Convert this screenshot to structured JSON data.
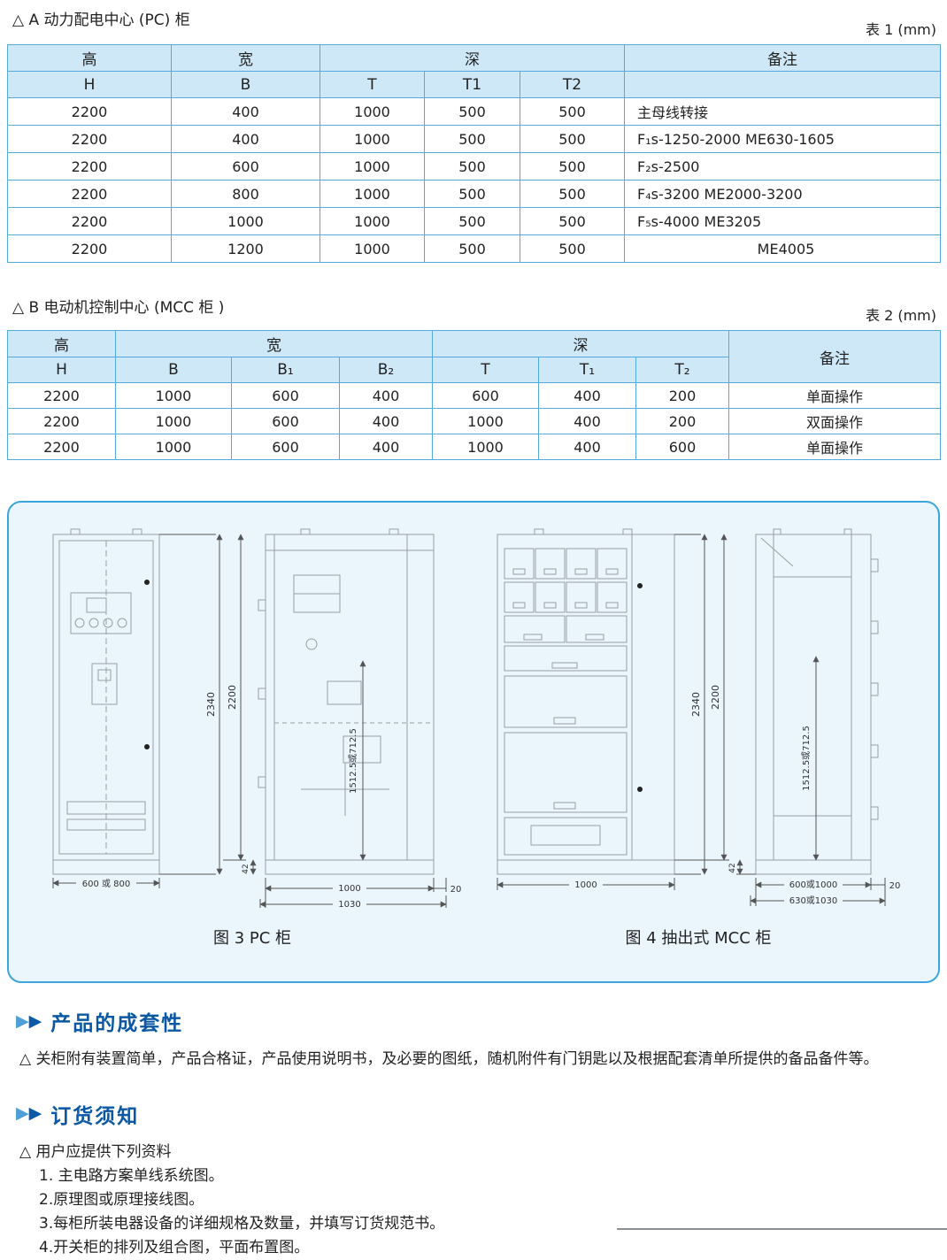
{
  "page": {
    "section_a_title": "△ A 动力配电中心 (PC) 柜",
    "table1_caption": "表 1 (mm)",
    "section_b_title": "△ B 电动机控制中心 (MCC 柜 )",
    "table2_caption": "表 2 (mm)"
  },
  "table1": {
    "header_row1": [
      "高",
      "宽",
      "深",
      "备注"
    ],
    "header_row2": [
      "H",
      "B",
      "T",
      "T1",
      "T2",
      ""
    ],
    "rows": [
      [
        "2200",
        "400",
        "1000",
        "500",
        "500",
        "主母线转接"
      ],
      [
        "2200",
        "400",
        "1000",
        "500",
        "500",
        "F₁s-1250-2000  ME630-1605"
      ],
      [
        "2200",
        "600",
        "1000",
        "500",
        "500",
        "F₂s-2500"
      ],
      [
        "2200",
        "800",
        "1000",
        "500",
        "500",
        "F₄s-3200  ME2000-3200"
      ],
      [
        "2200",
        "1000",
        "1000",
        "500",
        "500",
        "F₅s-4000  ME3205"
      ],
      [
        "2200",
        "1200",
        "1000",
        "500",
        "500",
        "ME4005"
      ]
    ]
  },
  "table2": {
    "header_row1": [
      "高",
      "宽",
      "深",
      "备注"
    ],
    "header_row2": [
      "H",
      "B",
      "B₁",
      "B₂",
      "T",
      "T₁",
      "T₂"
    ],
    "rows": [
      [
        "2200",
        "1000",
        "600",
        "400",
        "600",
        "400",
        "200",
        "单面操作"
      ],
      [
        "2200",
        "1000",
        "600",
        "400",
        "1000",
        "400",
        "200",
        "双面操作"
      ],
      [
        "2200",
        "1000",
        "600",
        "400",
        "1000",
        "400",
        "600",
        "单面操作"
      ]
    ]
  },
  "figures": {
    "fig3": {
      "caption": "图 3 PC 柜",
      "dims": {
        "h_outer": "2340",
        "h_inner": "2200",
        "h_mid": "1512.5或712.5",
        "base": "42",
        "front_width": "600 或 800",
        "depth": "1000",
        "depth_outer": "1030",
        "door": "20"
      }
    },
    "fig4": {
      "caption": "图 4  抽出式 MCC 柜",
      "dims": {
        "h_outer": "2340",
        "h_inner": "2200",
        "h_mid": "1512.5或712.5",
        "base": "42",
        "front_width": "1000",
        "depth": "600或1000",
        "depth_outer": "630或1030",
        "door": "20"
      }
    }
  },
  "sections": {
    "completeness": {
      "title": "产品的成套性",
      "body": "△ 关柜附有装置简单，产品合格证，产品使用说明书，及必要的图纸，随机附件有门钥匙以及根据配套清单所提供的备品备件等。"
    },
    "ordering": {
      "title": "订货须知",
      "intro": "△ 用户应提供下列资料",
      "items": [
        "1. 主电路方案单线系统图。",
        "2.原理图或原理接线图。",
        "3.每柜所装电器设备的详细规格及数量，并填写订货规范书。",
        "4.开关柜的排列及组合图，平面布置图。"
      ]
    }
  }
}
